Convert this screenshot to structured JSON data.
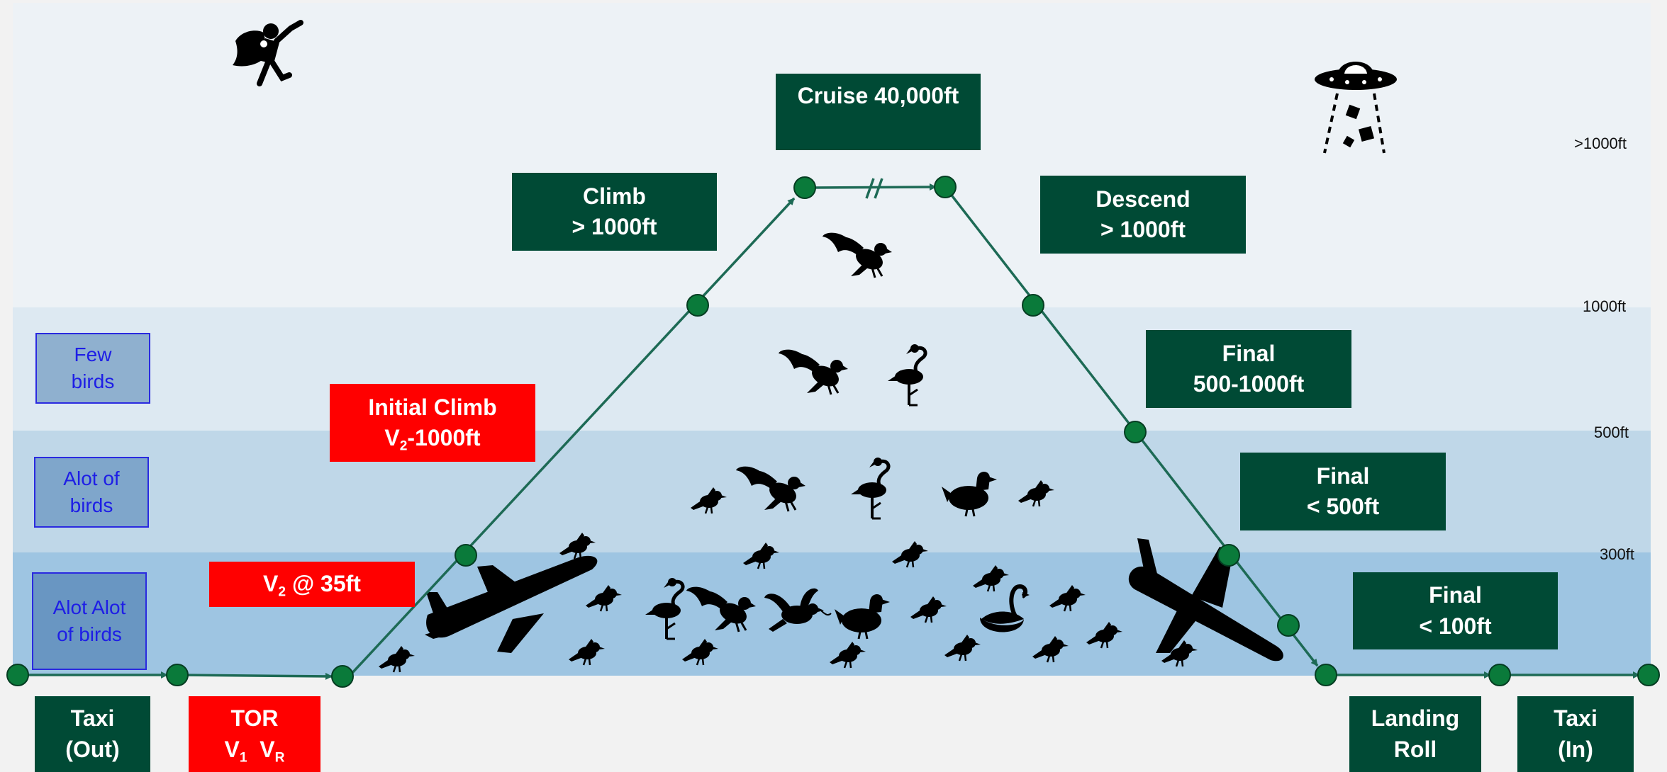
{
  "altitude_labels": {
    "above_1000": ">1000ft",
    "l1000": "1000ft",
    "l500": "500ft",
    "l300": "300ft"
  },
  "density_labels": {
    "few": [
      "Few",
      "birds"
    ],
    "alot": [
      "Alot of",
      "birds"
    ],
    "alot_alot": [
      "Alot Alot",
      "of birds"
    ]
  },
  "phases": {
    "cruise": "Cruise 40,000ft",
    "climb": [
      "Climb",
      "> 1000ft"
    ],
    "descend": [
      "Descend",
      "> 1000ft"
    ],
    "initial_climb": {
      "main": "Initial Climb",
      "v": "V",
      "sub": "2",
      "rest": "-1000ft"
    },
    "final_500_1000": [
      "Final",
      "500-1000ft"
    ],
    "final_lt500": [
      "Final",
      "< 500ft"
    ],
    "final_lt100": [
      "Final",
      "< 100ft"
    ],
    "v2_35": {
      "v": "V",
      "sub": "2",
      "rest": " @ 35ft"
    },
    "taxi_out": [
      "Taxi",
      "(Out)"
    ],
    "tor": {
      "title": "TOR",
      "v1": "V",
      "v1sub": "1",
      "vr": "V",
      "vrsub": "R"
    },
    "landing_roll": [
      "Landing",
      "Roll"
    ],
    "taxi_in": [
      "Taxi",
      "(In)"
    ]
  },
  "colors": {
    "band_high": "#edf2f6",
    "band_1000": "#dde9f2",
    "band_500": "#bfd7e8",
    "band_300": "#9ec5e2",
    "phase_green": "#004a35",
    "phase_red": "#ff0000",
    "path": "#1d6a55",
    "node": "#0a7a3a"
  },
  "icons": [
    "superhero-icon",
    "ufo-icon",
    "airplane-takeoff-icon",
    "airplane-landing-icon",
    "eagle-icon",
    "flamingo-icon",
    "duck-icon",
    "dove-icon",
    "swan-icon",
    "small-bird-icon"
  ]
}
